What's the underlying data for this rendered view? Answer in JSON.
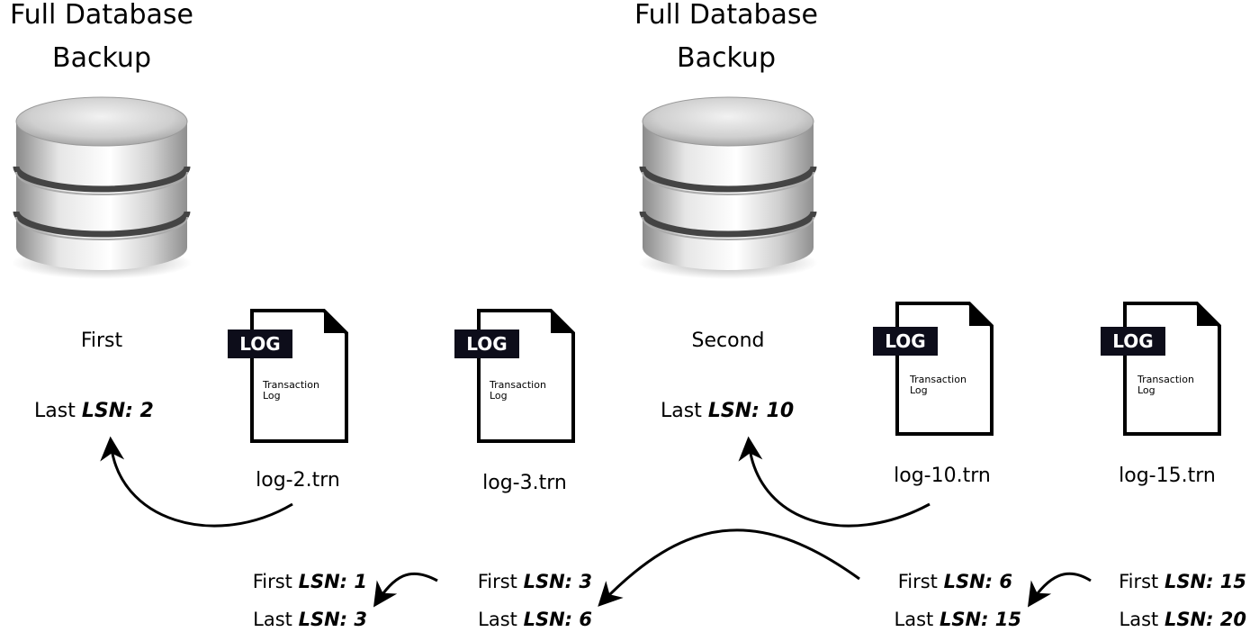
{
  "backups": [
    {
      "title_line1": "Full Database",
      "title_line2": "Backup",
      "icon": "database-icon",
      "caption": "First",
      "last_prefix": "Last",
      "last_lsn_label": "LSN: 2"
    },
    {
      "title_line1": "Full Database",
      "title_line2": "Backup",
      "icon": "database-icon",
      "caption": "Second",
      "last_prefix": "Last",
      "last_lsn_label": "LSN: 10"
    }
  ],
  "logs": [
    {
      "badge": "LOG",
      "doc_line1": "Transaction",
      "doc_line2": "Log",
      "filename": "log-2.trn",
      "first_prefix": "First",
      "first_lsn": "LSN: 1",
      "last_prefix": "Last",
      "last_lsn": "LSN: 3"
    },
    {
      "badge": "LOG",
      "doc_line1": "Transaction",
      "doc_line2": "Log",
      "filename": "log-3.trn",
      "first_prefix": "First",
      "first_lsn": "LSN: 3",
      "last_prefix": "Last",
      "last_lsn": "LSN: 6"
    },
    {
      "badge": "LOG",
      "doc_line1": "Transaction",
      "doc_line2": "Log",
      "filename": "log-10.trn",
      "first_prefix": "First",
      "first_lsn": "LSN: 6",
      "last_prefix": "Last",
      "last_lsn": "LSN: 15"
    },
    {
      "badge": "LOG",
      "doc_line1": "Transaction",
      "doc_line2": "Log",
      "filename": "log-15.trn",
      "first_prefix": "First",
      "first_lsn": "LSN: 15",
      "last_prefix": "Last",
      "last_lsn": "LSN: 20"
    }
  ],
  "colors": {
    "badge_bg": "#0d0d1a",
    "stroke": "#000000"
  }
}
